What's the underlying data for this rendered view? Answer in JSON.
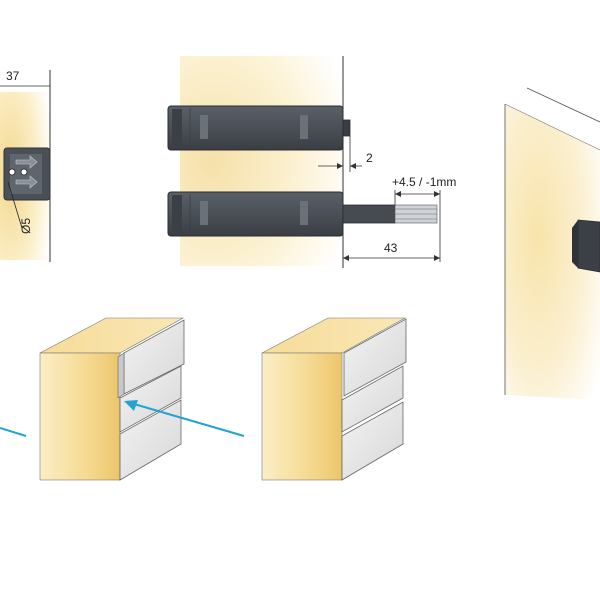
{
  "dimensions": {
    "width_37": "37",
    "hole_diameter": "Ø5",
    "offset_2": "2",
    "stroke": "+4.5 / -1mm",
    "length_43": "43"
  },
  "colors": {
    "wood_light": "#fdf6dc",
    "wood_mid": "#f6dea0",
    "wood_dark": "#eac770",
    "device_body": "#4d5259",
    "device_dark": "#2f3338",
    "arrow_blue": "#22a3d4",
    "drawer_front": "#e4e4e4",
    "line": "#333333"
  }
}
